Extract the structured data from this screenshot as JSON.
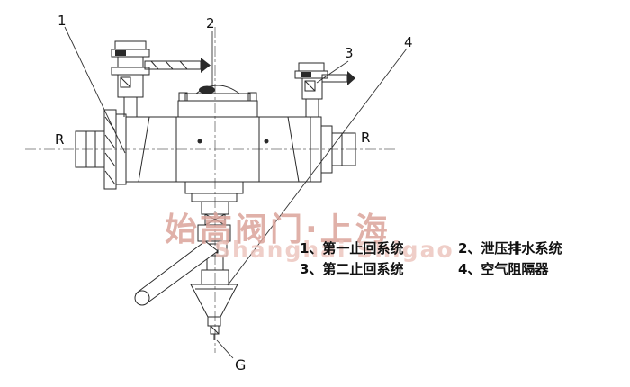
{
  "callouts": {
    "n1": "1",
    "n2": "2",
    "n3": "3",
    "n4": "4",
    "port_left": "R",
    "port_right": "R",
    "port_bottom": "G"
  },
  "legend": {
    "items": [
      {
        "label": "1、第一止回系统"
      },
      {
        "label": "2、泄压排水系统"
      },
      {
        "label": "3、第二止回系统"
      },
      {
        "label": "4、空气阻隔器"
      }
    ]
  },
  "watermark": {
    "cn": "始高阀门·上海",
    "en": "Shanghai Shigao",
    "color": "#dba49b"
  },
  "drawing": {
    "subject": "backflow-preventer-valve-cross-section",
    "line_color": "#2a2a2a"
  }
}
